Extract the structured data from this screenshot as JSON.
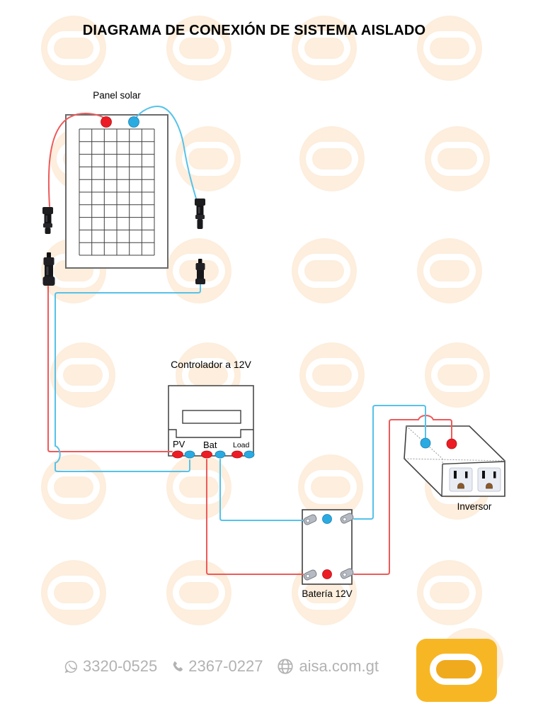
{
  "title": "DIAGRAMA DE CONEXIÓN DE SISTEMA AISLADO",
  "diagram": {
    "panel": {
      "label": "Panel solar"
    },
    "controller": {
      "label": "Controlador a 12V",
      "terminals": {
        "pv": "PV",
        "bat": "Bat",
        "load": "Load"
      }
    },
    "battery": {
      "label": "Batería 12V"
    },
    "inverter": {
      "label": "Inversor"
    }
  },
  "footer": {
    "whatsapp_number": "3320-0525",
    "phone_number": "2367-0227",
    "website": "aisa.com.gt"
  },
  "icons": {
    "whatsapp": "whatsapp-icon",
    "phone": "phone-icon",
    "globe": "globe-icon",
    "brand_logo": "aisa-logo"
  },
  "colors": {
    "wire_positive_red": "#ee5a5a",
    "wire_negative_blue": "#56c2ea",
    "terminal_red": "#ed1c24",
    "terminal_blue": "#29abe2",
    "brand_yellow": "#f7b724",
    "watermark_cream": "#fdeedd",
    "footer_gray": "#b2b2b2"
  }
}
